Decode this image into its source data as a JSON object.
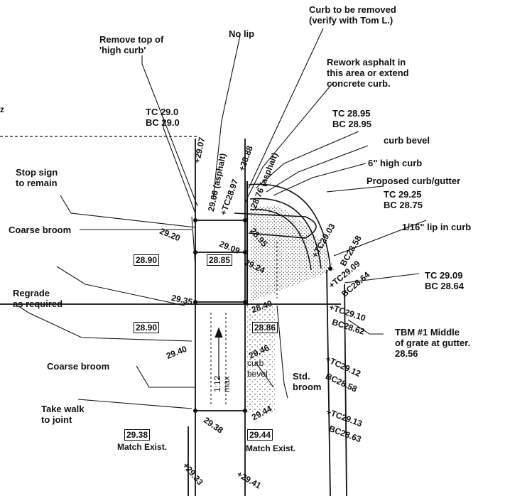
{
  "callouts": {
    "curb_removed": "Curb to be removed\n(verify with Tom L.)",
    "remove_top": "Remove top of\n'high curb'",
    "no_lip": "No lip",
    "rework_asphalt": "Rework asphalt in\nthis area or extend\nconcrete curb.",
    "tc_bc_left": "TC 29.0\nBC 29.0",
    "tc_bc_mid": "TC 28.95\nBC 28.95",
    "curb_bevel_top": "curb bevel",
    "six_inch_curb": "6\" high curb",
    "proposed_curb": "Proposed curb/gutter",
    "tc_bc_proposed": "TC 29.25\nBC 28.75",
    "lip_in_curb": "1/16\" lip in curb",
    "stop_sign": "Stop sign\nto remain",
    "coarse_broom_1": "Coarse broom",
    "regrade": "Regrade\nas required",
    "coarse_broom_2": "Coarse broom",
    "take_walk": "Take walk\nto joint",
    "tc_bc_right": "TC 29.09\nBC 28.64",
    "tbm": "TBM #1 Middle\nof grate at gutter.\n28.56",
    "std_broom": "Std.\nbroom",
    "curb_bevel_low": "curb\nbevel",
    "max_slope": "1:12\nmax",
    "edge_letter": "z"
  },
  "elevations": {
    "e2907": "+29.07",
    "e2906": "29.06 (asphalt)",
    "e2897": "+TC28.97",
    "e2888": "+28.88",
    "e2876": "28.76 (asphalt)",
    "e2920": "29.20",
    "e2909": "29.09",
    "e2895": "28.95",
    "e2924": "29.24",
    "e2935": "29.35",
    "e2840": "28.40",
    "e2946": "29.46",
    "e2940": "29.40",
    "e2944": "29.44",
    "e2938": "29.38",
    "e2933": "+29.33",
    "e2941": "+29.41",
    "tc2903": "+TC29.03",
    "bc2858": "BC28.58",
    "tc2909": "+TC29.09",
    "bc2864": "BC28.64",
    "tc2910": "+TC29.10",
    "bc2862": "BC28.62",
    "tc2912": "+TC29.12",
    "bc2858b": "BC28.58",
    "tc2913": "+TC29.13",
    "bc2863": "BC28.63"
  },
  "boxed": {
    "b2890a": "28.90",
    "b2885": "28.85",
    "b2890b": "28.90",
    "b2886": "28.86",
    "b2938": "29.38",
    "b2944": "29.44"
  },
  "match": {
    "left": "Match Exist.",
    "right": "Match Exist."
  }
}
